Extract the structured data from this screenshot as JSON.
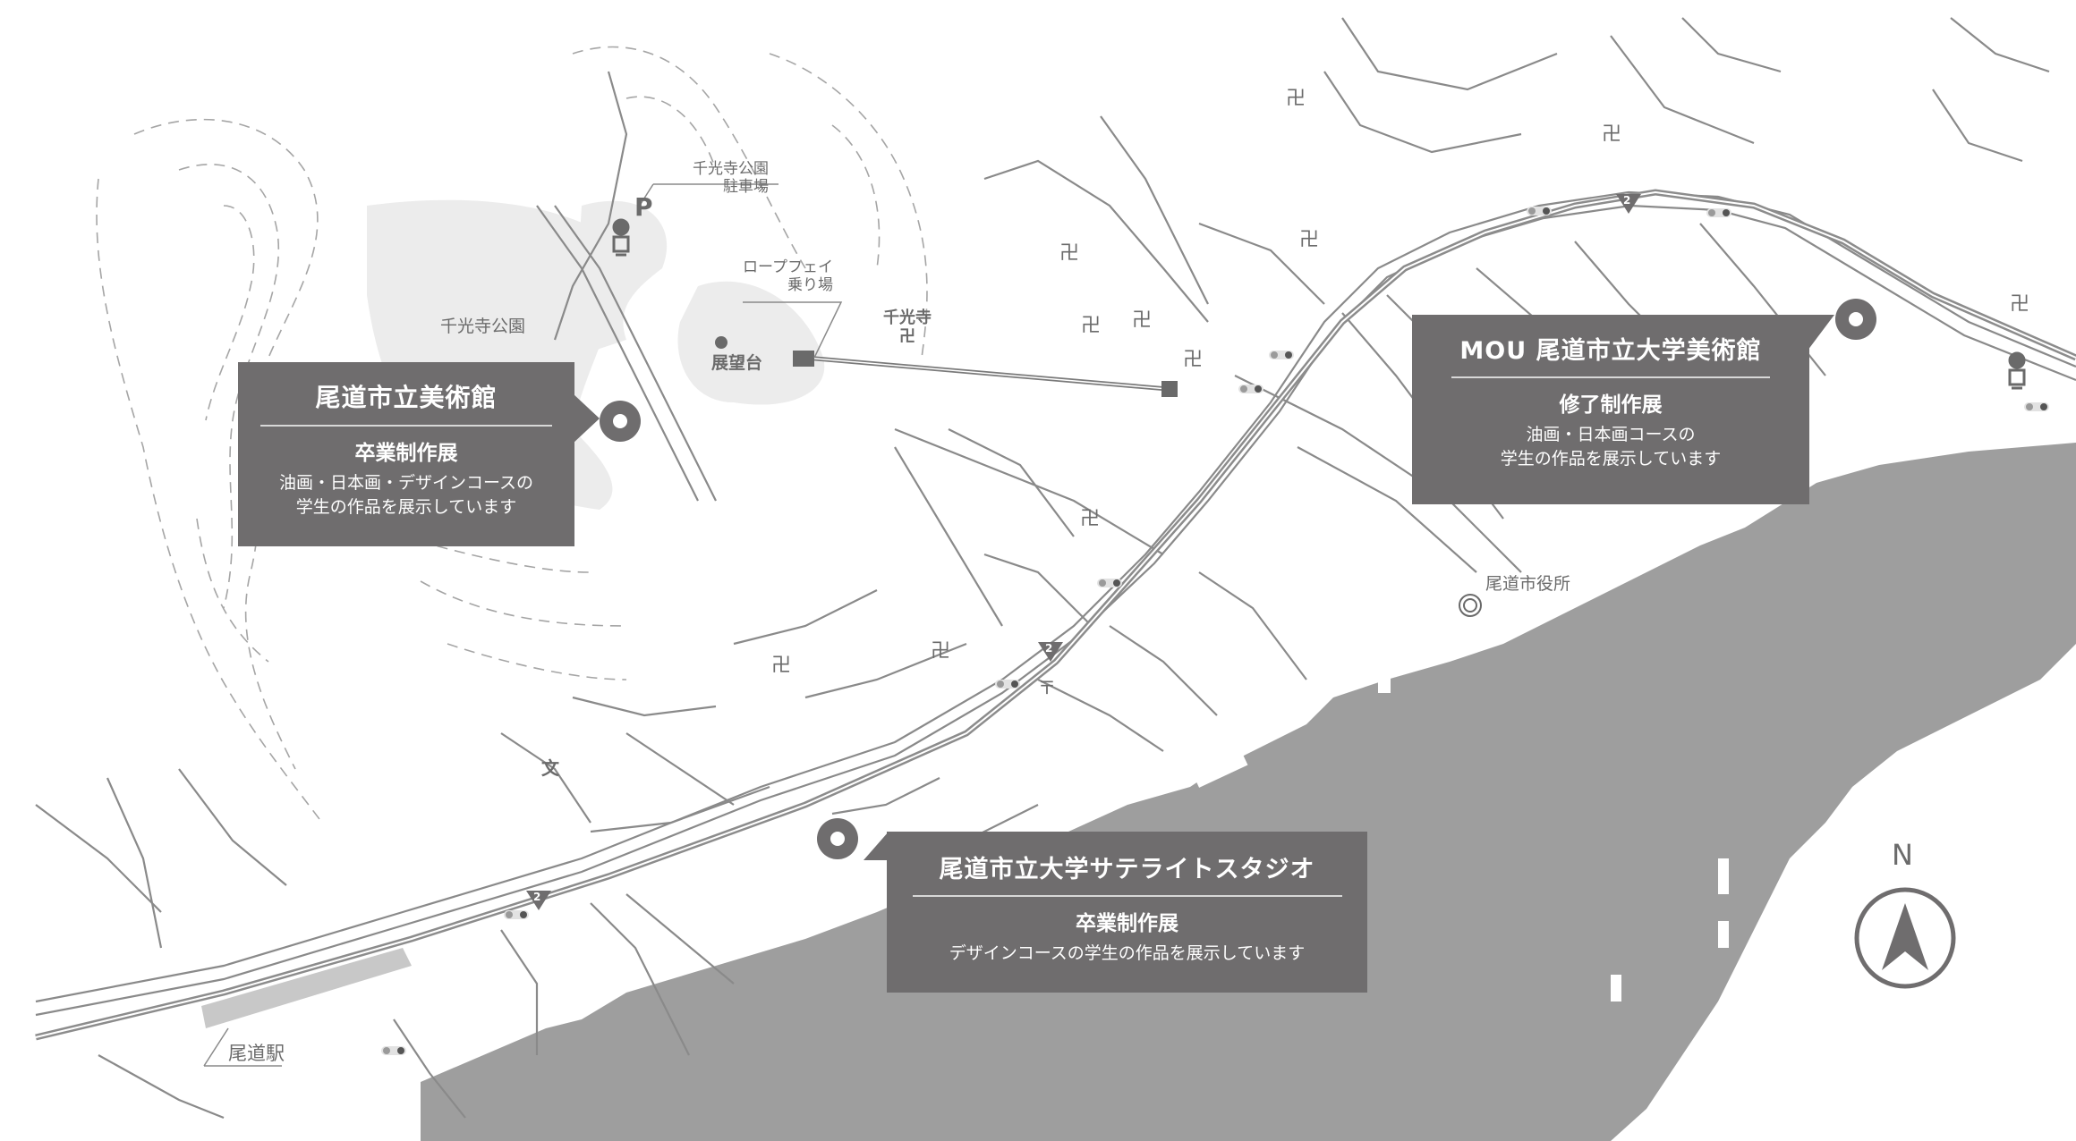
{
  "colors": {
    "callout_bg": "#6f6d6e",
    "sea": "#9e9e9e",
    "park_shade": "#ececec",
    "road_stroke": "#8a8a8a",
    "label_text": "#6b6b6b",
    "station_shade": "#c8c8c8"
  },
  "callouts": [
    {
      "id": "onomichi-city-museum",
      "title": "尾道市立美術館",
      "subtitle": "卒業制作展",
      "description_lines": [
        "油画・日本画・デザインコースの",
        "学生の作品を展示しています"
      ]
    },
    {
      "id": "mou-university-museum",
      "title": "MOU 尾道市立大学美術館",
      "subtitle": "修了制作展",
      "description_lines": [
        "油画・日本画コースの",
        "学生の作品を展示しています"
      ]
    },
    {
      "id": "satellite-studio",
      "title": "尾道市立大学サテライトスタジオ",
      "subtitle": "卒業制作展",
      "description_lines": [
        "デザインコースの学生の作品を展示しています"
      ]
    }
  ],
  "labels": {
    "senkoji_park": "千光寺公園",
    "parking_line1": "千光寺公園",
    "parking_line2": "駐車場",
    "parking_icon": "P",
    "ropeway_line1": "ロープフェイ",
    "ropeway_line2": "乗り場",
    "observatory": "展望台",
    "senkoji_temple": "千光寺",
    "city_hall": "尾道市役所",
    "station": "尾道駅",
    "school_symbol": "文",
    "post_office_symbol": "〒",
    "temple_symbol": "卍",
    "route_number": "2",
    "compass_north": "N"
  },
  "icons": [
    "temple-icon",
    "venue-marker-icon",
    "route-2-shield-icon",
    "traffic-signal-icon",
    "bus-stop-icon",
    "city-hall-icon",
    "compass-icon",
    "ropeway-station-icon",
    "observatory-icon"
  ]
}
